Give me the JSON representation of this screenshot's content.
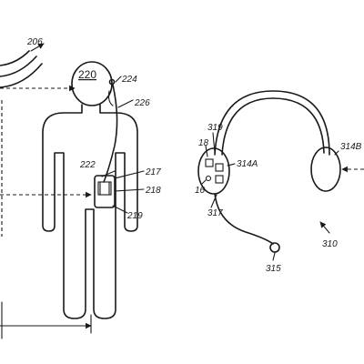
{
  "labels": {
    "l206": "206",
    "l220": "220",
    "l224": "224",
    "l226": "226",
    "l222": "222",
    "l217": "217",
    "l218": "218",
    "l219": "219",
    "l319": "319",
    "l18": "18",
    "l314A": "314A",
    "l16": "16",
    "l317": "317",
    "l314B": "314B",
    "l310": "310",
    "l315": "315"
  }
}
